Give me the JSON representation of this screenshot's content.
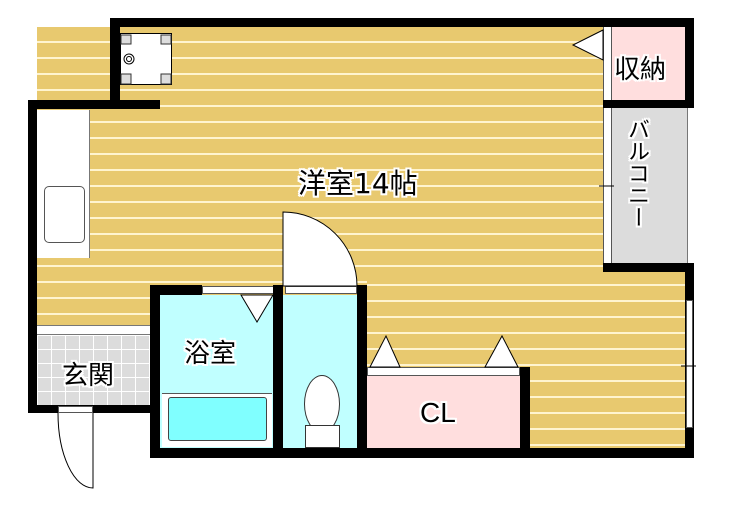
{
  "floor_plan": {
    "rooms": {
      "western_room": "洋室14帖",
      "storage": "収納",
      "balcony": "バルコニー",
      "bathroom": "浴室",
      "entrance": "玄関",
      "closet": "CL"
    },
    "colors": {
      "floor": "#e8c96f",
      "storage": "#ffdede",
      "balcony": "#dcdcdc",
      "wet_area": "#c0ffff",
      "bathtub": "#80ffff",
      "entrance_tile": "#dcdcdc",
      "wall": "#000000"
    }
  }
}
